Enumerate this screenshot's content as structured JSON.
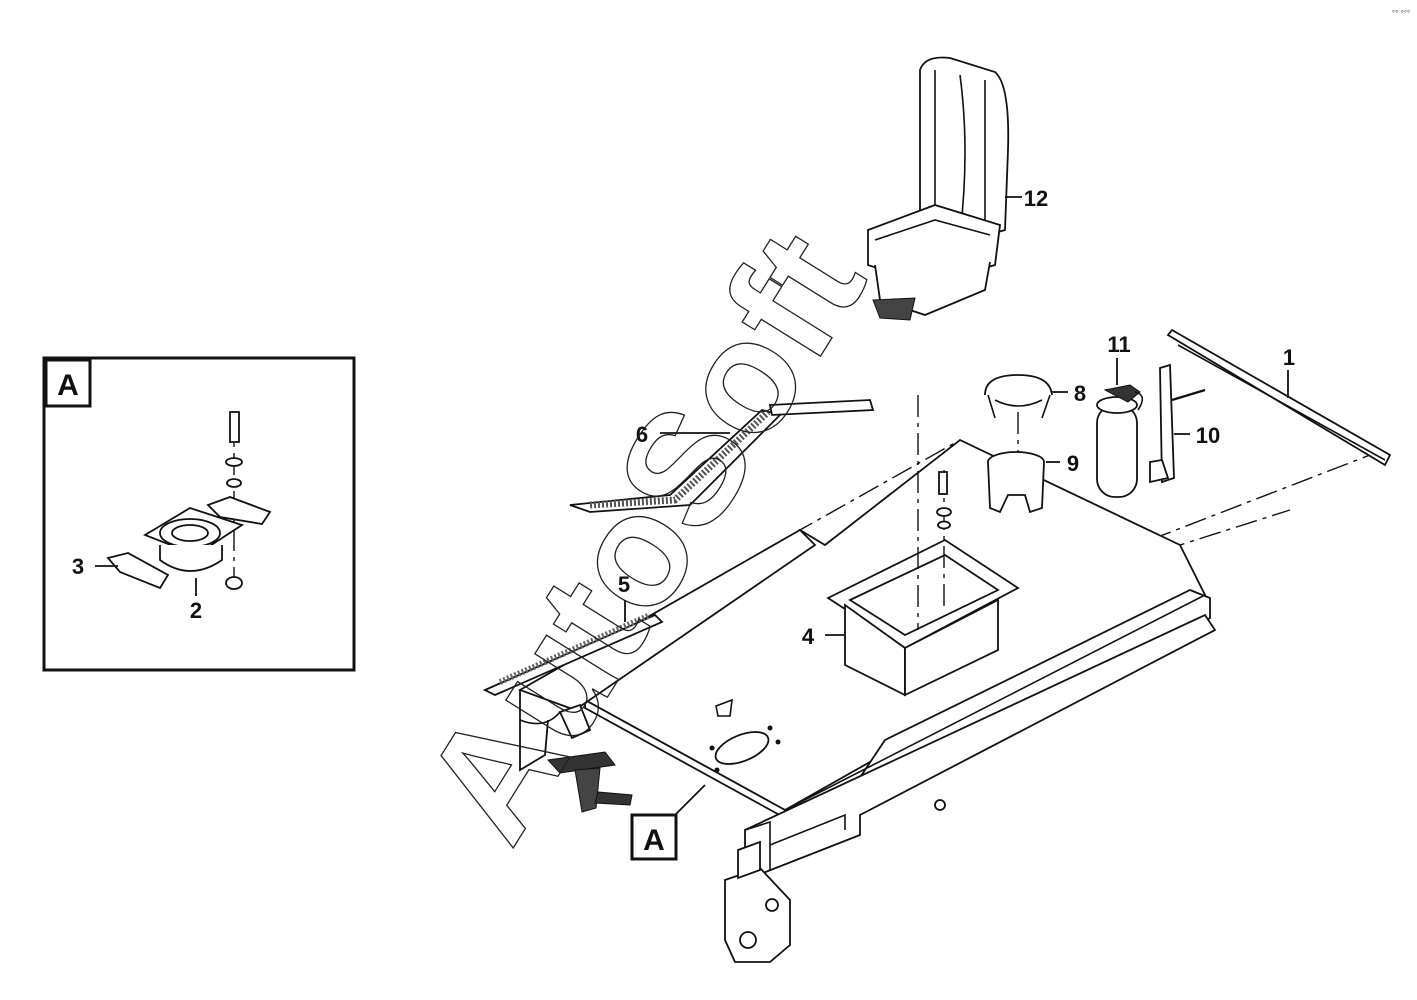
{
  "inset": {
    "label": "A"
  },
  "callouts": {
    "c1": "1",
    "c2": "2",
    "c3": "3",
    "c4": "4",
    "c5": "5",
    "c6": "6",
    "c8": "8",
    "c9": "9",
    "c10": "10",
    "c11": "11",
    "c12": "12"
  },
  "detail_ref": "A",
  "watermark": "AutoSoft"
}
